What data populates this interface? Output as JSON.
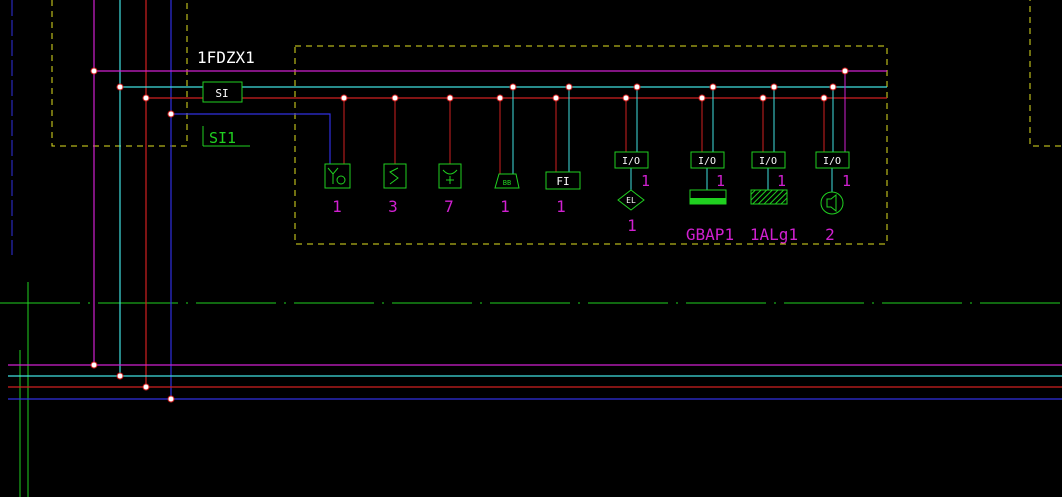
{
  "colors": {
    "background": "#000000",
    "magenta": "#d020d0",
    "cyan": "#40e0e0",
    "red": "#d02020",
    "blue": "#3030e0",
    "green": "#20d020",
    "yellow": "#e0e020",
    "white": "#ffffff",
    "label_magenta": "#d020d0"
  },
  "panel": {
    "name": "1FDZX1",
    "si_box_label": "SI",
    "si_line_label": "SI1"
  },
  "devices": [
    {
      "id": "smoke-detector",
      "symbol": "smoke-detector-icon",
      "count": "1"
    },
    {
      "id": "heat-detector",
      "symbol": "heat-detector-icon",
      "count": "3"
    },
    {
      "id": "flame-detector",
      "symbol": "flame-detector-icon",
      "count": "7"
    },
    {
      "id": "alarm-bell",
      "symbol": "alarm-bell-icon",
      "count": "1"
    },
    {
      "id": "fi-module",
      "symbol": "fi-box",
      "box_label": "FI",
      "count": "1"
    },
    {
      "id": "el-module",
      "symbol": "el-diamond-icon",
      "io_label": "I/O",
      "side_count": "1",
      "inner_label": "EL",
      "count": "1"
    },
    {
      "id": "gbap-module",
      "symbol": "gbap-bar-icon",
      "io_label": "I/O",
      "side_count": "1",
      "count": "GBAP1"
    },
    {
      "id": "alg-module",
      "symbol": "alg-hatched-icon",
      "io_label": "I/O",
      "side_count": "1",
      "count": "1ALg1"
    },
    {
      "id": "speaker-module",
      "symbol": "speaker-icon",
      "io_label": "I/O",
      "side_count": "1",
      "count": "2"
    }
  ]
}
